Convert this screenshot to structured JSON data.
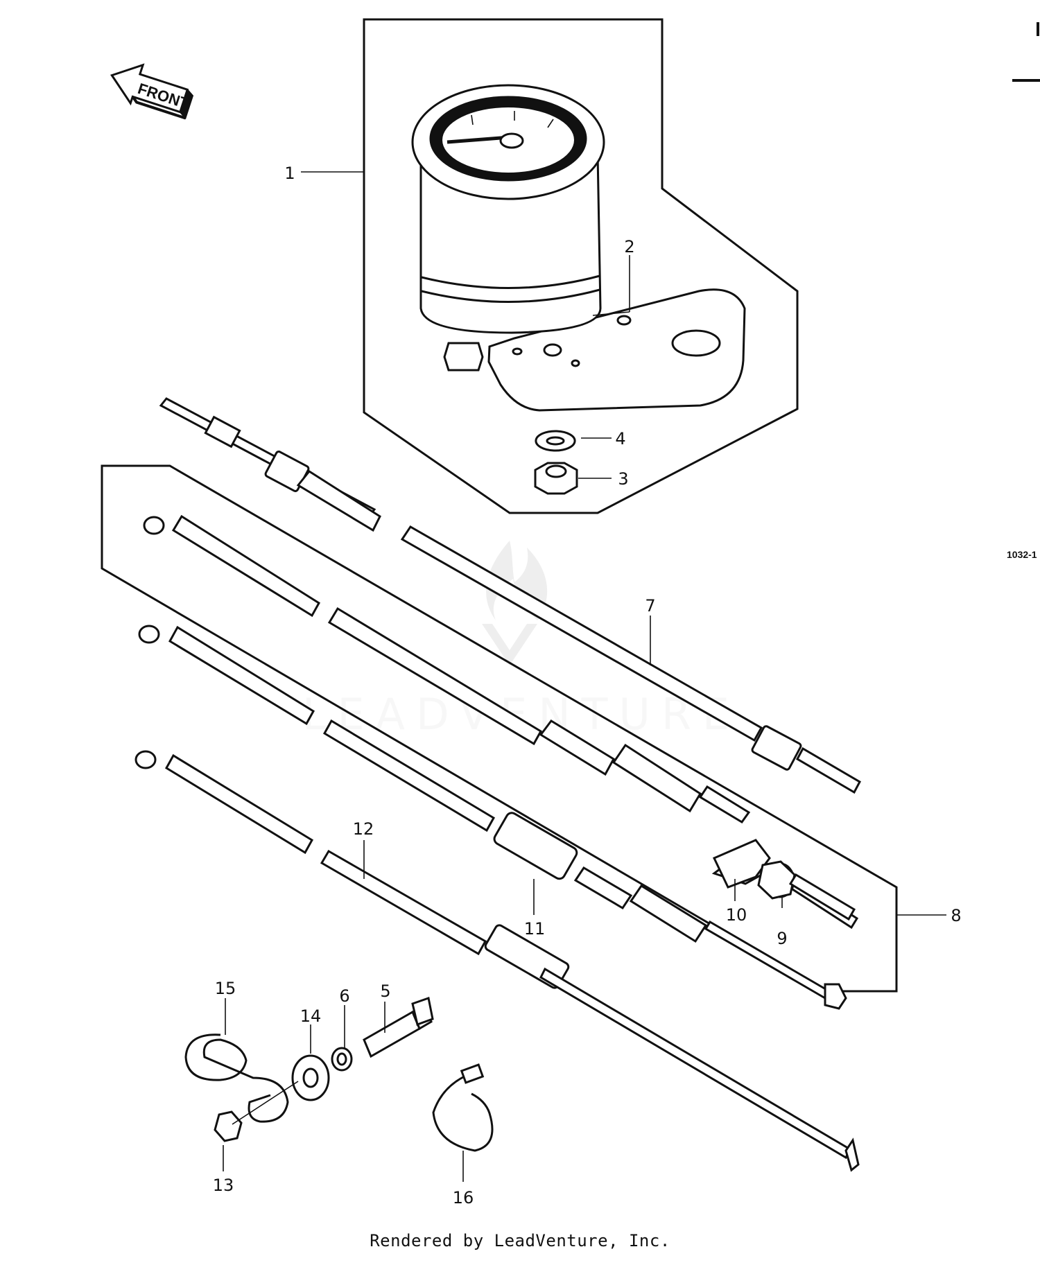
{
  "diagram": {
    "front_label": "FRONT",
    "code_label": "1032-1",
    "watermark": "LEADVENTURE",
    "footer": "Rendered by LeadVenture, Inc.",
    "callouts": {
      "c1": "1",
      "c2": "2",
      "c3": "3",
      "c4": "4",
      "c5": "5",
      "c6": "6",
      "c7": "7",
      "c8": "8",
      "c9": "9",
      "c10": "10",
      "c11": "11",
      "c12": "12",
      "c13": "13",
      "c14": "14",
      "c15": "15",
      "c16": "16"
    }
  }
}
